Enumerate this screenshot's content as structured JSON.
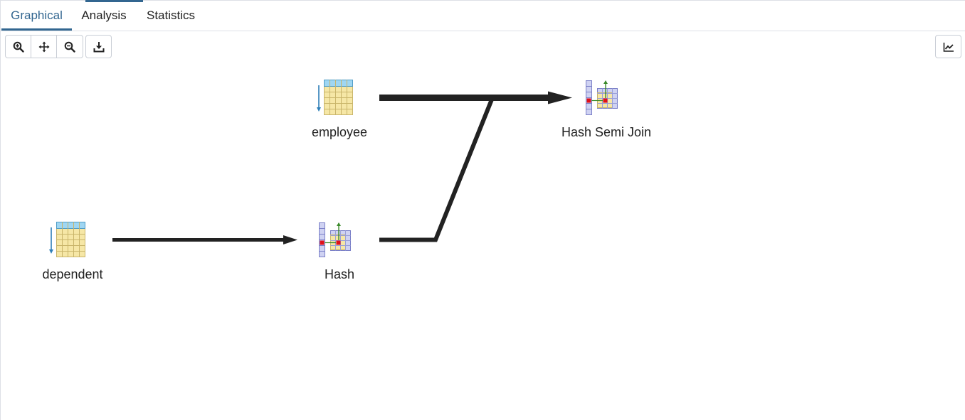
{
  "tabs": [
    {
      "label": "Graphical",
      "active": true
    },
    {
      "label": "Analysis",
      "active": false
    },
    {
      "label": "Statistics",
      "active": false
    }
  ],
  "toolbar": {
    "icons": [
      "zoom-in-icon",
      "move-icon",
      "zoom-out-icon",
      "download-icon"
    ],
    "right_icon": "chart-icon"
  },
  "plan": {
    "nodes": [
      {
        "id": "employee",
        "label": "employee",
        "type": "Seq Scan"
      },
      {
        "id": "dependent",
        "label": "dependent",
        "type": "Seq Scan"
      },
      {
        "id": "hash",
        "label": "Hash",
        "type": "Hash"
      },
      {
        "id": "hash_semi_join",
        "label": "Hash Semi Join",
        "type": "Hash Semi Join"
      }
    ],
    "edges": [
      {
        "from": "dependent",
        "to": "hash"
      },
      {
        "from": "employee",
        "to": "hash_semi_join"
      },
      {
        "from": "hash",
        "to": "hash_semi_join"
      }
    ]
  },
  "colors": {
    "accent": "#326690",
    "edge": "#222222",
    "table_header": "#9fd6f2",
    "table_body": "#f6e7a6",
    "scan_arrow": "#2f7fb8"
  }
}
